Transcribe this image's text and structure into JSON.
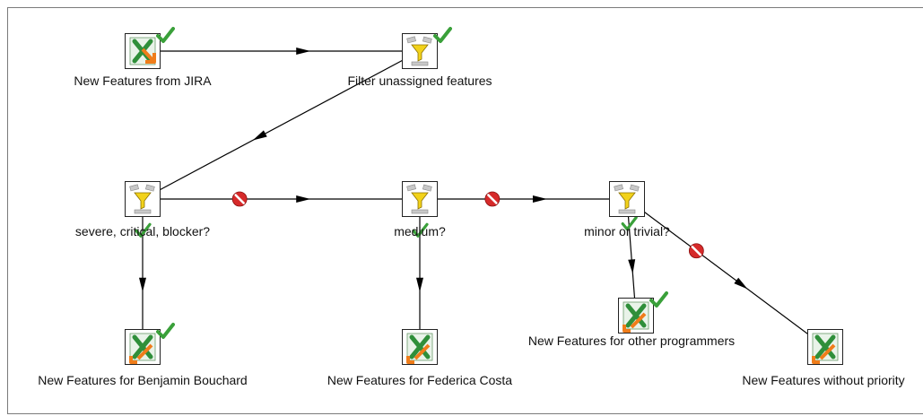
{
  "diagram": {
    "steps": [
      {
        "id": "jira",
        "label": "New Features from JIRA",
        "type": "excel-input",
        "status": "ok"
      },
      {
        "id": "filter1",
        "label": "Filter unassigned features",
        "type": "filter",
        "status": "ok"
      },
      {
        "id": "severe",
        "label": "severe, critical, blocker?",
        "type": "filter",
        "status": ""
      },
      {
        "id": "medium",
        "label": "medium?",
        "type": "filter",
        "status": ""
      },
      {
        "id": "minor",
        "label": "minor or trivial?",
        "type": "filter",
        "status": ""
      },
      {
        "id": "benjamin",
        "label": "New Features for Benjamin Bouchard",
        "type": "excel-output",
        "status": "ok"
      },
      {
        "id": "federica",
        "label": "New Features for Federica Costa",
        "type": "excel-output",
        "status": ""
      },
      {
        "id": "others",
        "label": "New Features for other programmers",
        "type": "excel-output",
        "status": "ok"
      },
      {
        "id": "nopriority",
        "label": "New Features without priority",
        "type": "excel-output",
        "status": ""
      }
    ],
    "hops": [
      {
        "from": "jira",
        "to": "filter1",
        "condition": ""
      },
      {
        "from": "filter1",
        "to": "severe",
        "condition": ""
      },
      {
        "from": "severe",
        "to": "medium",
        "condition": "false"
      },
      {
        "from": "medium",
        "to": "minor",
        "condition": "false"
      },
      {
        "from": "severe",
        "to": "benjamin",
        "condition": "true"
      },
      {
        "from": "medium",
        "to": "federica",
        "condition": "true"
      },
      {
        "from": "minor",
        "to": "others",
        "condition": "true"
      },
      {
        "from": "minor",
        "to": "nopriority",
        "condition": "false"
      }
    ],
    "colors": {
      "ok": "#3aa03a",
      "false": "#d62a2a",
      "filter": "#f2d21a",
      "excel": "#2f8f3a",
      "arrow": "#f07d1a"
    }
  }
}
